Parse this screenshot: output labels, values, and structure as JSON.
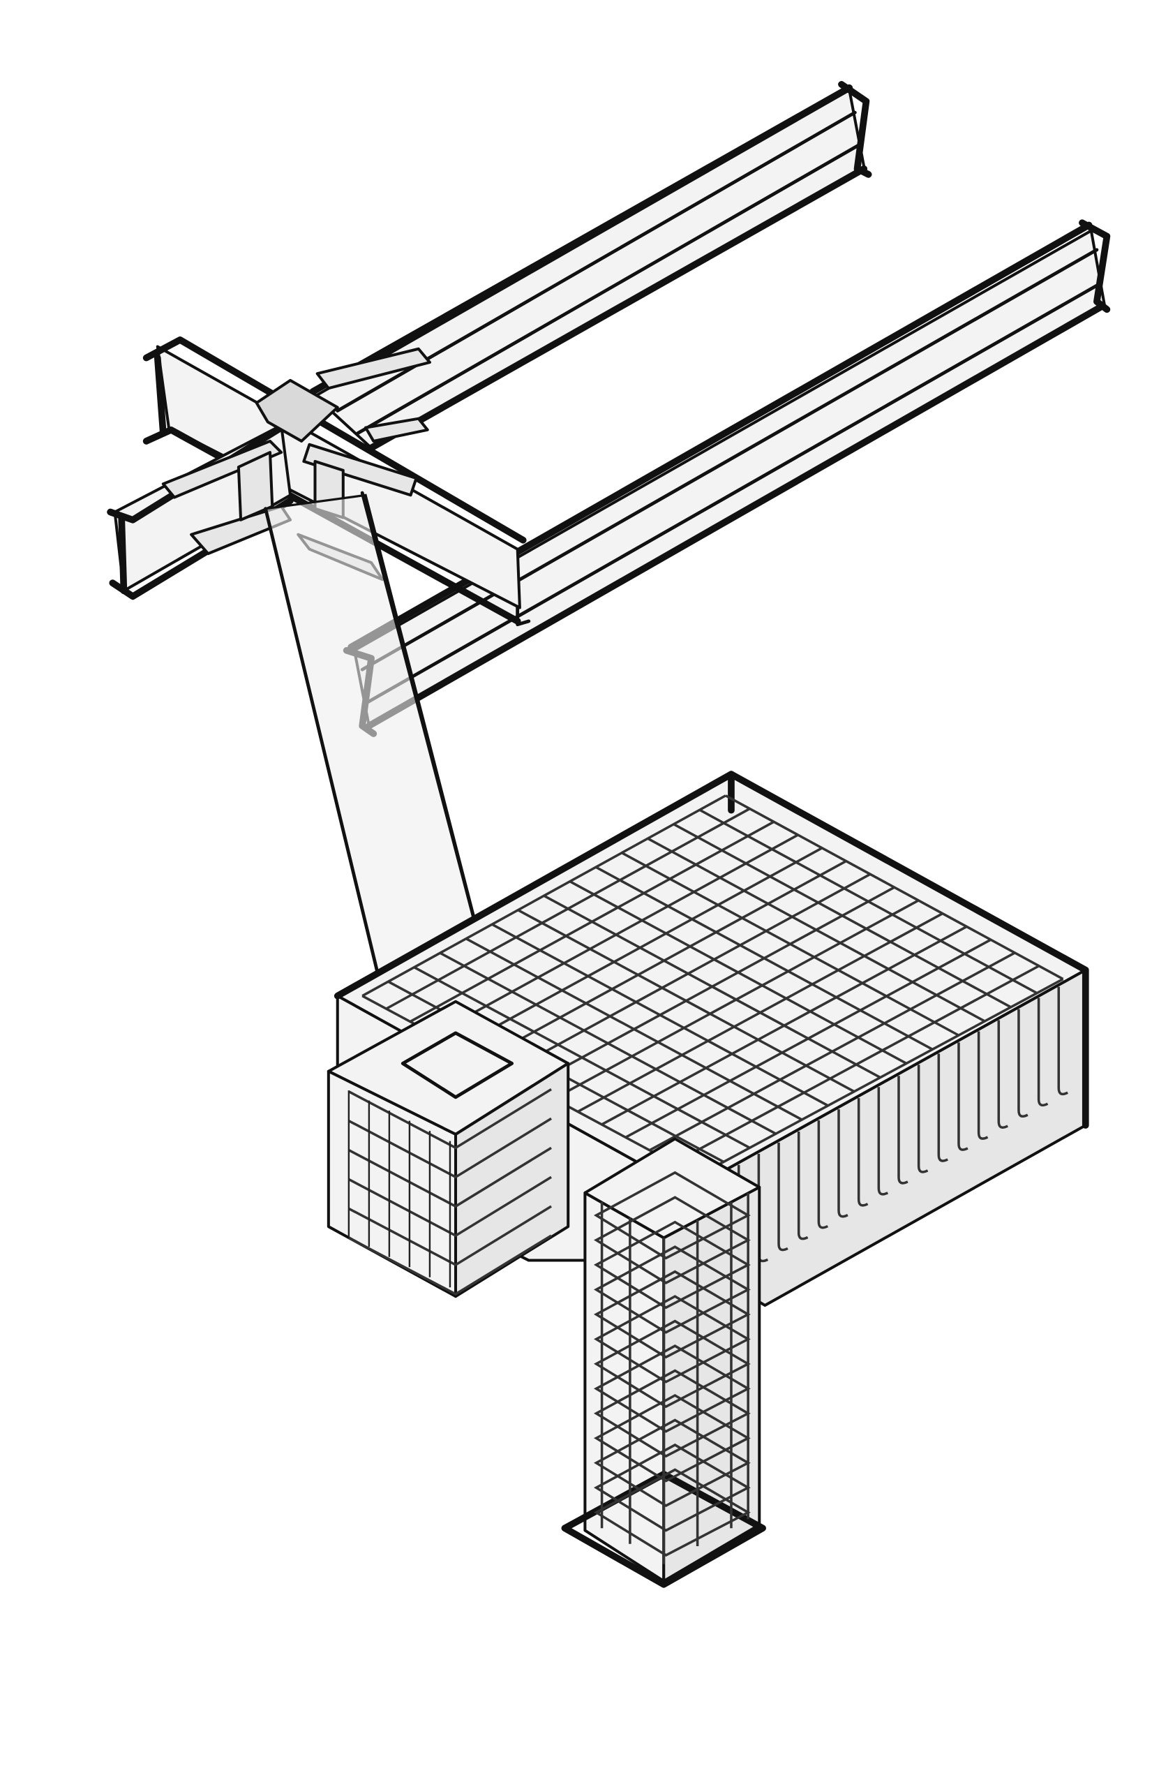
{
  "diagram": {
    "subject": "steel-beam-connection-and-reinforced-concrete-footing",
    "colors": {
      "stroke": "#111111",
      "concrete": "#f3f3f3",
      "shade": "#d9d9d9",
      "background": "#ffffff"
    },
    "grid": {
      "top_mat_bars_each_way": 15,
      "column_stirrups": 13,
      "footing_side_stirrups": 18
    }
  }
}
